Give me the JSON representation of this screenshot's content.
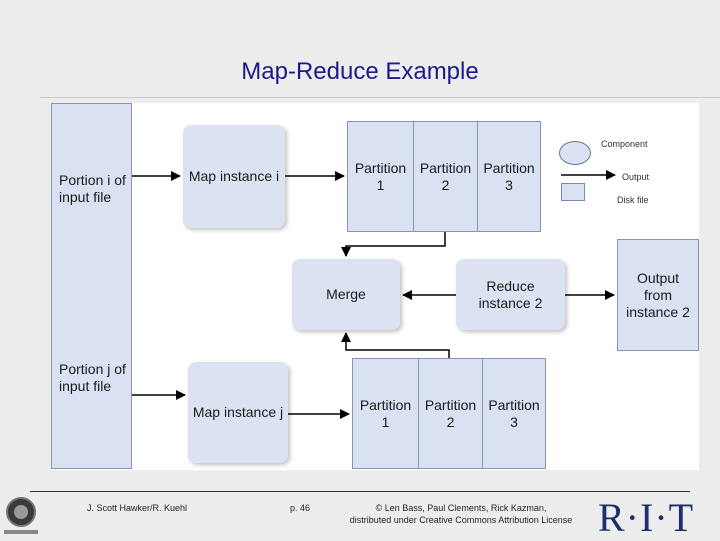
{
  "title": "Map-Reduce Example",
  "nodes": {
    "input_i": "Portion i of\ninput file",
    "input_j": "Portion j of\ninput file",
    "map_i": "Map instance i",
    "map_j": "Map instance j",
    "merge": "Merge",
    "reduce": "Reduce\ninstance 2",
    "output": "Output\nfrom\ninstance 2"
  },
  "partitions_top": [
    "Partition\n1",
    "Partition\n2",
    "Partition\n3"
  ],
  "partitions_bottom": [
    "Partition\n1",
    "Partition\n2",
    "Partition\n3"
  ],
  "legend": {
    "component": "Component",
    "output": "Output",
    "disk_file": "Disk file"
  },
  "footer": {
    "authors": "J. Scott Hawker/R. Kuehl",
    "page": "p. 46",
    "copyright_line1": "© Len Bass, Paul Clements, Rick Kazman,",
    "copyright_line2": "distributed under Creative Commons Attribution License",
    "logo": "R·I·T"
  },
  "colors": {
    "title": "#1a1a8c",
    "box_fill": "#d9e1f2",
    "logo": "#1b2f6b"
  }
}
